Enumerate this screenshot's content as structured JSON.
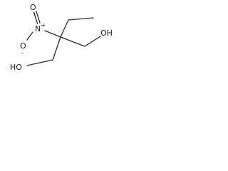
{
  "molecule": {
    "atoms": {
      "oxygen_double": "O",
      "nitrogen": "N",
      "nitrogen_charge": "+",
      "oxygen_single": "O",
      "oxygen_charge": "-",
      "hydroxyl_right": "OH",
      "hydroxyl_left": "HO"
    }
  }
}
